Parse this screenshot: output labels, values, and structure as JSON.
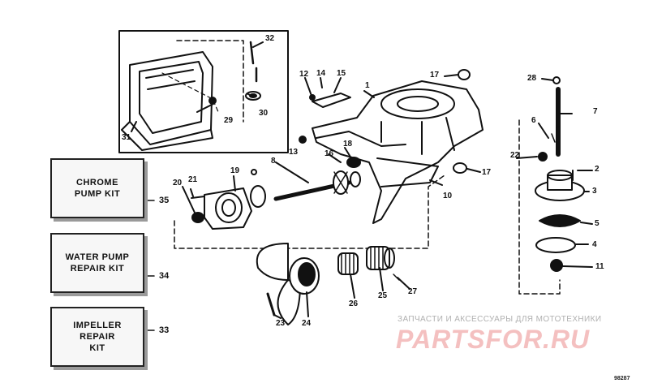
{
  "kits": [
    {
      "label": "CHROME\nPUMP KIT",
      "number": "35"
    },
    {
      "label": "WATER PUMP\nREPAIR KIT",
      "number": "34"
    },
    {
      "label": "IMPELLER\nREPAIR\nKIT",
      "number": "33"
    }
  ],
  "callouts": [
    "1",
    "2",
    "3",
    "4",
    "5",
    "6",
    "7",
    "8",
    "10",
    "11",
    "12",
    "13",
    "14",
    "15",
    "16",
    "17",
    "17",
    "18",
    "19",
    "20",
    "21",
    "22",
    "23",
    "24",
    "25",
    "26",
    "27",
    "28",
    "29",
    "30",
    "31",
    "32"
  ],
  "watermark": {
    "tagline": "ЗАПЧАСТИ И АКСЕССУАРЫ ДЛЯ МОТОТЕХНИКИ",
    "logo": "PARTSFOR.RU"
  },
  "figure_ref": "98287",
  "colors": {
    "ink": "#111111",
    "watermark_red": "#f4c0c0",
    "watermark_gray": "#b0b0b0"
  }
}
